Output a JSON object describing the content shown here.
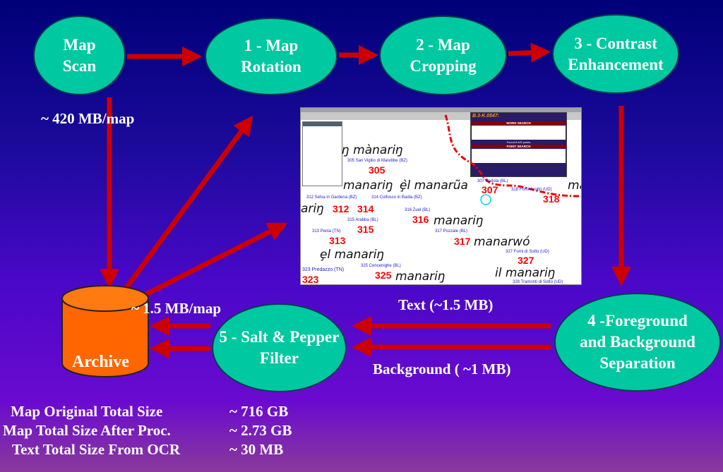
{
  "nodes": {
    "map_scan": "Map\nScan",
    "rotation": "1 - Map\nRotation",
    "cropping": "2 - Map\nCropping",
    "contrast": "3 - Contrast\nEnhancement",
    "separation": "4 -Foreground\nand Background\nSeparation",
    "filter": "5 - Salt & Pepper\nFilter",
    "archive": "Archive"
  },
  "labels": {
    "scan_size": "~ 420 MB/map",
    "archive_size": "~ 1.5 MB/map",
    "text_size": "Text (~1.5 MB)",
    "background_size": "Background ( ~1 MB)"
  },
  "stats": [
    {
      "label": "Map Original Total Size",
      "value": "~ 716 GB"
    },
    {
      "label": "Map Total Size After Proc.",
      "value": "~ 2.73 GB"
    },
    {
      "label": "Text Total Size From OCR",
      "value": "~ 30 MB"
    }
  ],
  "screenshot": {
    "panel_title": "B.3-K.0547:",
    "word_search": "WORD SEARCH",
    "point_search": "POINT SEARCH",
    "found": "Found 8 AIS points",
    "words": [
      "ŋ mànariŋ",
      "manariŋ",
      "ȩ̀l manarũa",
      "ariŋ",
      "manariŋ",
      "manarwó",
      "ȩl manariŋ",
      "manariŋ",
      "il manariŋ",
      "ma"
    ],
    "numbers": [
      "305",
      "312",
      "314",
      "315",
      "316",
      "307",
      "318",
      "313",
      "317",
      "327",
      "325",
      "323"
    ],
    "places": [
      "305 San Vigilio di Marebbe (BZ)",
      "312 Selva in Gardena (BZ)",
      "314 Colfosco in Badia (BZ)",
      "307 Padola (BL)",
      "318 Forni Avoltri (UD)",
      "316 Zuel (BL)",
      "315 Arabba (BL)",
      "313 Penia (TN)",
      "317 Pozzale (BL)",
      "327 Forni di Sotto (UD)",
      "325 Cencenighe (BL)",
      "323 Predazzo (TN)",
      "328 Tramonti di Sotto (UD)"
    ]
  },
  "colors": {
    "node": "#00c8a0",
    "arrow": "#cc0000",
    "archive": "#ff6600"
  }
}
